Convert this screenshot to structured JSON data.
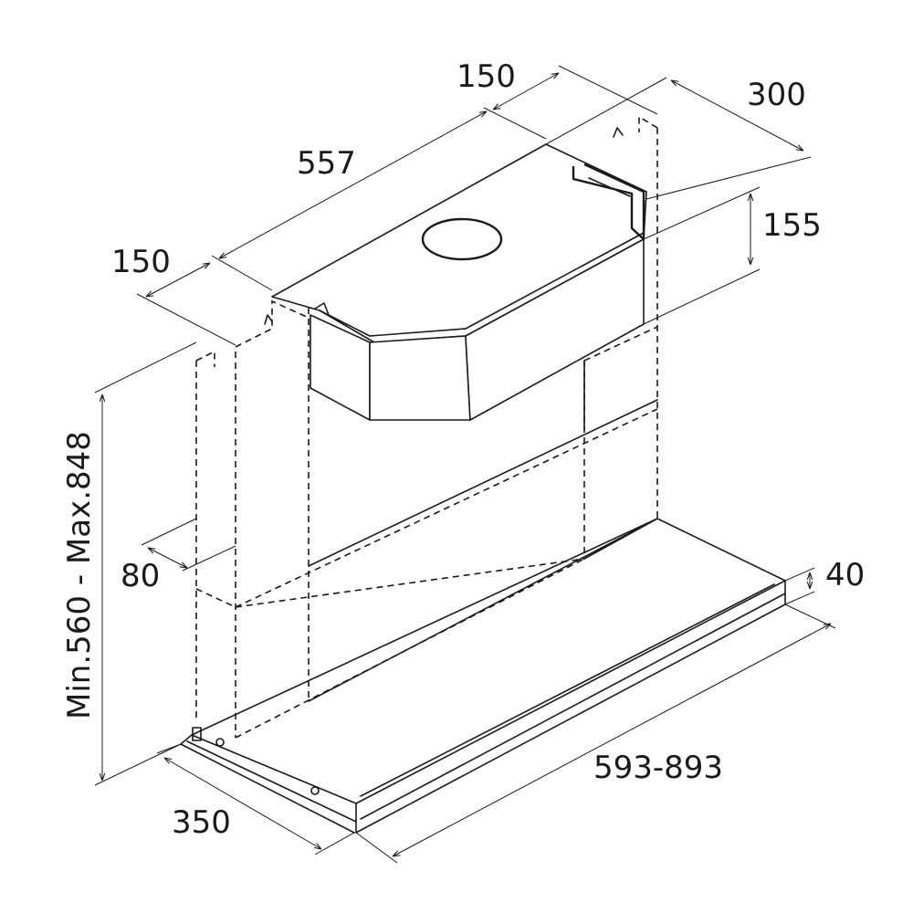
{
  "diagram": {
    "dimensions": {
      "top_left_depth": "150",
      "top_right_depth": "150",
      "hood_width_top": "557",
      "hood_depth": "300",
      "motor_height": "155",
      "height_range": "Min.560 - Max.848",
      "side_offset": "80",
      "front_thickness": "40",
      "width_range": "593-893",
      "depth_bottom": "350"
    }
  }
}
